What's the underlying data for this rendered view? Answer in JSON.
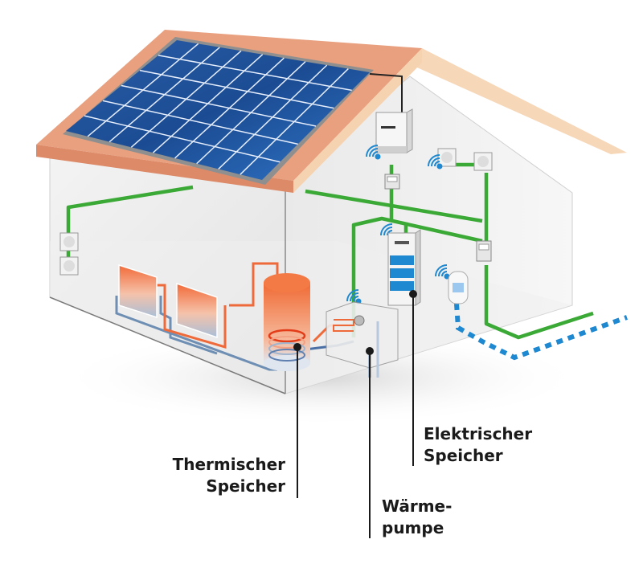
{
  "diagram": {
    "title": "Haus mit Photovoltaik, Wärmepumpe und Speichern",
    "labels": {
      "thermal_storage": [
        "Thermischer",
        "Speicher"
      ],
      "heat_pump": [
        "Wärme-",
        "pumpe"
      ],
      "electric_storage": [
        "Elektrischer",
        "Speicher"
      ]
    },
    "components": [
      {
        "name": "solar-panel",
        "type": "photovoltaic module"
      },
      {
        "name": "inverter",
        "type": "wall inverter"
      },
      {
        "name": "smart-meter",
        "type": "meter"
      },
      {
        "name": "wall-sockets",
        "count": 4
      },
      {
        "name": "radiators",
        "count": 2
      },
      {
        "name": "hot-water-tank",
        "type": "thermal storage"
      },
      {
        "name": "heat-pump",
        "type": "heat pump unit"
      },
      {
        "name": "battery-storage",
        "type": "electric storage"
      },
      {
        "name": "wireless-sensor",
        "type": "sensor"
      }
    ],
    "colors": {
      "power_line": "#3aa935",
      "data_line": "#1e88d0",
      "hot_pipe": "#ef6a3a",
      "cold_pipe": "#6e8fb3",
      "roof": "#e59a7a",
      "panel": "#1f5aa6"
    }
  }
}
